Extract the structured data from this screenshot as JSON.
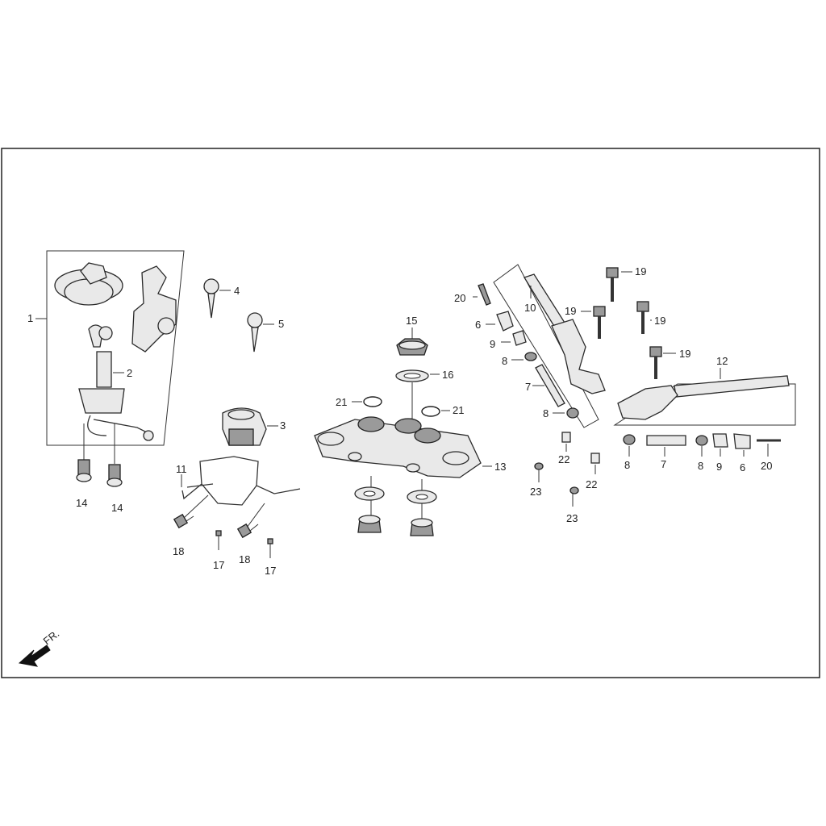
{
  "direction_label": "FR.",
  "callouts": {
    "c1": "1",
    "c2": "2",
    "c3": "3",
    "c4": "4",
    "c5": "5",
    "c6a": "6",
    "c6b": "6",
    "c7a": "7",
    "c7b": "7",
    "c8a": "8",
    "c8b": "8",
    "c8c": "8",
    "c8d": "8",
    "c9a": "9",
    "c9b": "9",
    "c10": "10",
    "c11": "11",
    "c12": "12",
    "c13": "13",
    "c14a": "14",
    "c14b": "14",
    "c15": "15",
    "c16": "16",
    "c17a": "17",
    "c17b": "17",
    "c18a": "18",
    "c18b": "18",
    "c19a": "19",
    "c19b": "19",
    "c19c": "19",
    "c19d": "19",
    "c20a": "20",
    "c20b": "20",
    "c21a": "21",
    "c21b": "21",
    "c22a": "22",
    "c22b": "22",
    "c23a": "23",
    "c23b": "23"
  }
}
